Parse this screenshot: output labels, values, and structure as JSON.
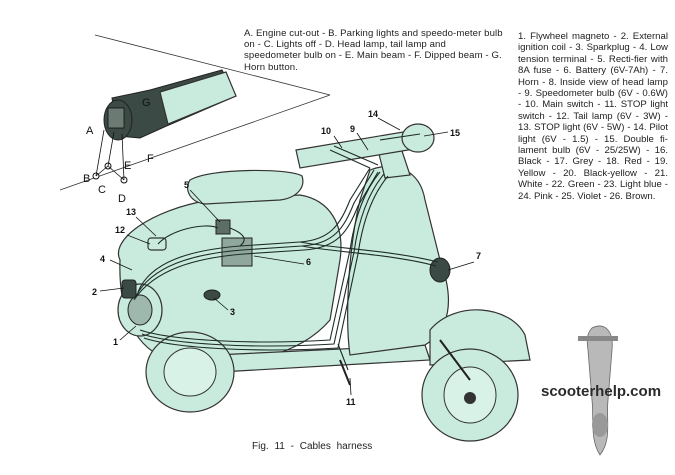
{
  "switch_caption": "A. Engine cut-out - B. Parking lights and speedo-meter bulb on - C. Lights off - D. Head lamp, tail lamp and speedometer bulb on - E. Main beam - F. Dipped beam - G. Horn button.",
  "legend": "1. Flywheel magneto - 2. External ignition coil - 3. Sparkplug - 4. Low tension terminal - 5. Recti-fier with 8A fuse - 6. Battery (6V-7Ah) - 7. Horn - 8. Inside view of head lamp - 9. Speedometer bulb (6V - 0.6W) - 10. Main switch - 11. STOP light switch - 12. Tail lamp (6V - 3W) - 13. STOP light (6V - 5W) - 14. Pilot light (6V - 1.5) - 15. Double fi-lament bulb (6V - 25/25W) - 16. Black - 17. Grey - 18. Red - 19. Yellow - 20. Black-yellow - 21. White - 22. Green - 23. Light blue - 24. Pink - 25. Violet - 26. Brown.",
  "figure_caption": "Fig. 11 - Cables harness",
  "watermark": "scooterhelp.com",
  "switch_letters": {
    "A": "A",
    "B": "B",
    "C": "C",
    "D": "D",
    "E": "E",
    "F": "F",
    "G": "G"
  },
  "callouts": {
    "n1": "1",
    "n2": "2",
    "n3": "3",
    "n4": "4",
    "n5": "5",
    "n6": "6",
    "n7": "7",
    "n9": "9",
    "n10": "10",
    "n11": "11",
    "n12": "12",
    "n13": "13",
    "n14": "14",
    "n15": "15"
  }
}
